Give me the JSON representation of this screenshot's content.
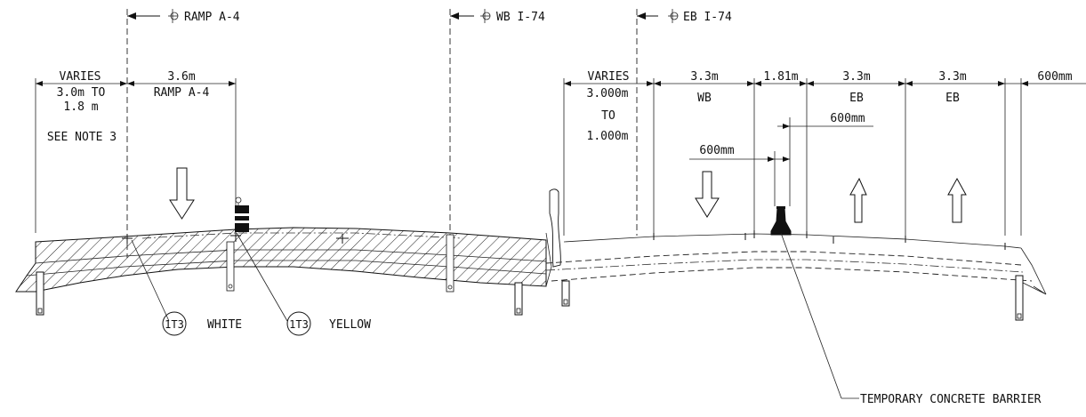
{
  "centerlines": {
    "ramp": "RAMP A-4",
    "wb": "WB I-74",
    "eb": "EB I-74"
  },
  "ramp_section": {
    "shoulder_width": "VARIES",
    "shoulder_range_1": "3.0m TO",
    "shoulder_range_2": "1.8 m",
    "note": "SEE NOTE 3",
    "lane_width": "3.6m",
    "lane_name": "RAMP A-4"
  },
  "mainline_section": {
    "shoulder_width": "VARIES",
    "shoulder_range_1": "3.000m",
    "shoulder_range_2": "TO",
    "shoulder_range_3": "1.000m",
    "wb_lane_width": "3.3m",
    "wb_lane_name": "WB",
    "median_width": "1.81m",
    "eb_lane1_width": "3.3m",
    "eb_lane1_name": "EB",
    "eb_lane2_width": "3.3m",
    "eb_lane2_name": "EB",
    "right_offset": "600mm",
    "barrier_offset_right": "600mm",
    "barrier_offset_left": "600mm"
  },
  "callouts": {
    "marking_white_code": "1T3",
    "marking_white_label": "WHITE",
    "marking_yellow_code": "1T3",
    "marking_yellow_label": "YELLOW",
    "barrier_label": "TEMPORARY CONCRETE BARRIER"
  },
  "icons": [
    "centerline-symbol-icon",
    "traffic-arrow-down-icon",
    "traffic-arrow-up-icon",
    "drum-barrel-icon",
    "concrete-barrier-icon"
  ]
}
